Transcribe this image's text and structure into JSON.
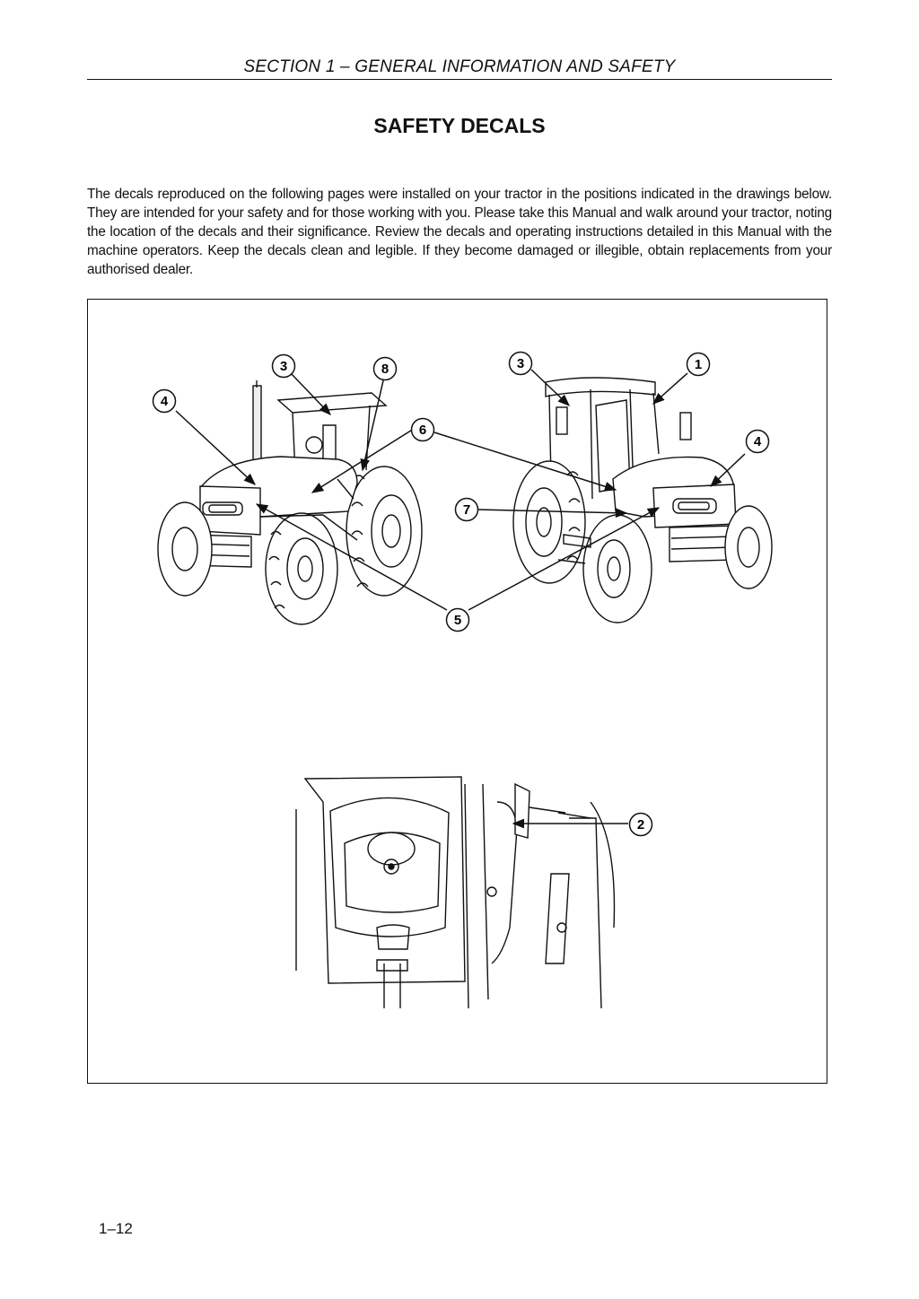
{
  "header": {
    "section_title": "SECTION 1  – GENERAL INFORMATION AND SAFETY"
  },
  "title": "SAFETY DECALS",
  "intro": "The decals reproduced on the following pages were installed on your tractor in the positions indicated in the drawings below. They are intended for your safety and for those working with you. Please take this Manual and walk around your tractor, noting the location of the decals and their significance. Review the decals and operating instructions detailed in this Manual with the machine operators. Keep the decals clean and legible. If they become damaged or illegible, obtain replacements from your authorised dealer.",
  "figure": {
    "callouts": {
      "c3_left": "3",
      "c8": "8",
      "c4_left": "4",
      "c6": "6",
      "c7": "7",
      "c5": "5",
      "c3_right": "3",
      "c1": "1",
      "c4_right": "4",
      "c2": "2"
    }
  },
  "footer": {
    "page_number": "1–12"
  }
}
